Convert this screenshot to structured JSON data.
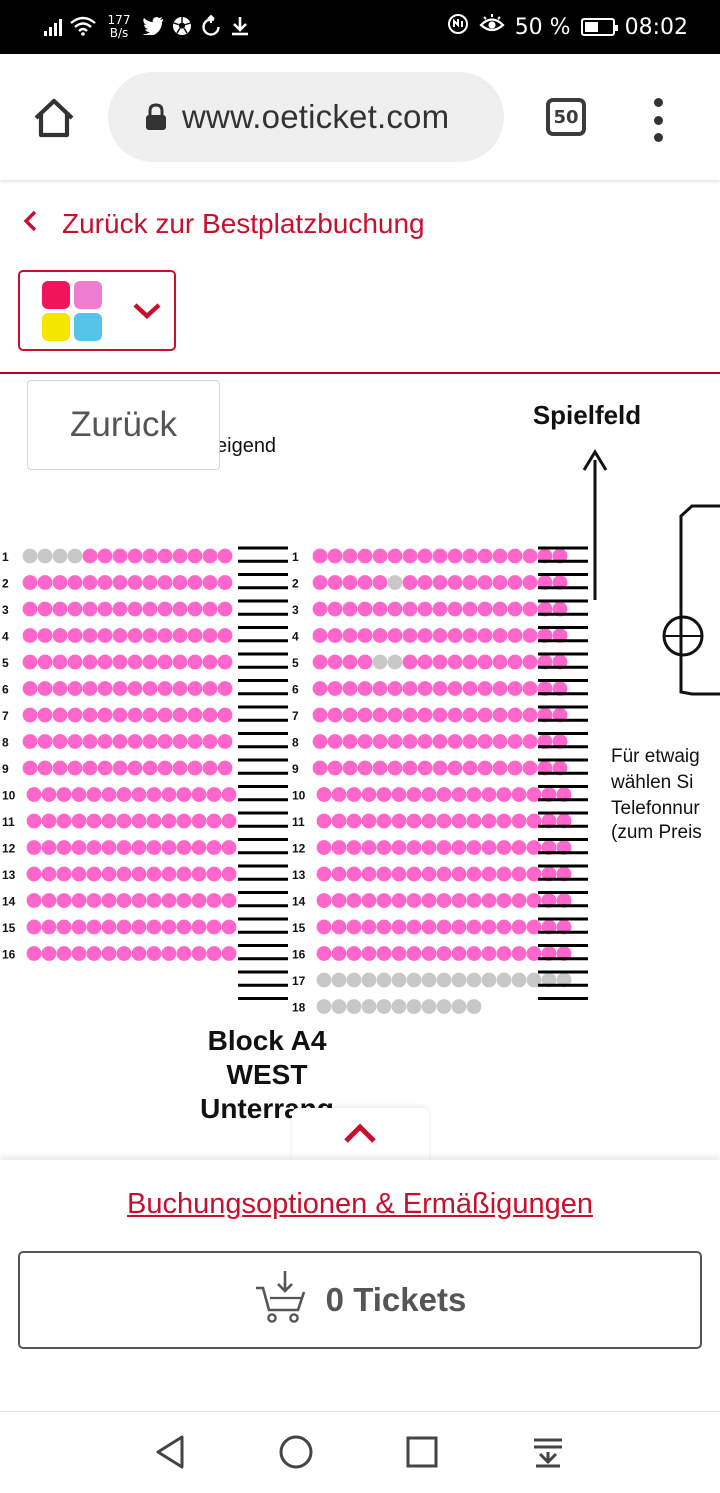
{
  "status_bar": {
    "net_speed_value": "177",
    "net_speed_unit": "B/s",
    "notification_icons": [
      "twitter-icon",
      "soccer-ball-icon",
      "data-saver-icon",
      "download-icon"
    ],
    "battery_percent": "50 %",
    "battery_level": 0.5,
    "time": "08:02"
  },
  "browser": {
    "url": "www.oeticket.com",
    "tab_count": "50",
    "icons": [
      "home-icon",
      "lock-icon",
      "more-vert-icon"
    ]
  },
  "back_link": {
    "label": "Zurück zur Bestplatzbuchung"
  },
  "color_filter": {
    "colors": [
      "#f0145c",
      "#f07cd0",
      "#f5e600",
      "#55c4e8"
    ]
  },
  "seat_map": {
    "back_button": "Zurück",
    "legend_fragment": "eigend",
    "pitch_label": "Spielfeld",
    "block_label": [
      "Block A4",
      "WEST",
      "Unterrang"
    ],
    "note_lines": [
      "Für etwaig",
      "wählen Si",
      "Telefonnur",
      "(zum Preis"
    ],
    "seat_colors": {
      "available": "#ff66cc",
      "unavailable": "#c8c8c8"
    },
    "left_block": {
      "rows": [
        {
          "label": "1",
          "seats": "uuuuaaaaaaaaaa"
        },
        {
          "label": "2",
          "seats": "aaaaaaaaaaaaaa"
        },
        {
          "label": "3",
          "seats": "aaaaaaaaaaaaaa"
        },
        {
          "label": "4",
          "seats": "aaaaaaaaaaaaaa"
        },
        {
          "label": "5",
          "seats": "aaaaaaaaaaaaaa"
        },
        {
          "label": "6",
          "seats": "aaaaaaaaaaaaaa"
        },
        {
          "label": "7",
          "seats": "aaaaaaaaaaaaaa"
        },
        {
          "label": "8",
          "seats": "aaaaaaaaaaaaaa"
        },
        {
          "label": "9",
          "seats": "aaaaaaaaaaaaaa"
        },
        {
          "label": "10",
          "seats": "aaaaaaaaaaaaaa"
        },
        {
          "label": "11",
          "seats": "aaaaaaaaaaaaaa"
        },
        {
          "label": "12",
          "seats": "aaaaaaaaaaaaaa"
        },
        {
          "label": "13",
          "seats": "aaaaaaaaaaaaaa"
        },
        {
          "label": "14",
          "seats": "aaaaaaaaaaaaaa"
        },
        {
          "label": "15",
          "seats": "aaaaaaaaaaaaaa"
        },
        {
          "label": "16",
          "seats": "aaaaaaaaaaaaaa"
        }
      ]
    },
    "right_block": {
      "rows": [
        {
          "label": "1",
          "seats": "aaaaaaaaaaaaaaaaa"
        },
        {
          "label": "2",
          "seats": "aaaaauaaaaaaaaaaa"
        },
        {
          "label": "3",
          "seats": "aaaaaaaaaaaaaaaaa"
        },
        {
          "label": "4",
          "seats": "aaaaaaaaaaaaaaaaa"
        },
        {
          "label": "5",
          "seats": "aaaauuaaaaaaaaaaa"
        },
        {
          "label": "6",
          "seats": "aaaaaaaaaaaaaaaaa"
        },
        {
          "label": "7",
          "seats": "aaaaaaaaaaaaaaaaa"
        },
        {
          "label": "8",
          "seats": "aaaaaaaaaaaaaaaaa"
        },
        {
          "label": "9",
          "seats": "aaaaaaaaaaaaaaaaa"
        },
        {
          "label": "10",
          "seats": "aaaaaaaaaaaaaaaaa"
        },
        {
          "label": "11",
          "seats": "aaaaaaaaaaaaaaaaa"
        },
        {
          "label": "12",
          "seats": "aaaaaaaaaaaaaaaaa"
        },
        {
          "label": "13",
          "seats": "aaaaaaaaaaaaaaaaa"
        },
        {
          "label": "14",
          "seats": "aaaaaaaaaaaaaaaaa"
        },
        {
          "label": "15",
          "seats": "aaaaaaaaaaaaaaaaa"
        },
        {
          "label": "16",
          "seats": "aaaaaaaaaaaaaaaaa"
        },
        {
          "label": "17",
          "seats": "uuuuuuuuuuuuuuuuu"
        },
        {
          "label": "18",
          "seats": "uuuuuuuuuuu"
        }
      ]
    }
  },
  "bottom_sheet": {
    "options_link": "Buchungsoptionen & Ermäßigungen",
    "tickets_button": "0 Tickets"
  },
  "nav_bar": {
    "icons": [
      "back-triangle-icon",
      "home-circle-icon",
      "recents-square-icon",
      "notification-pull-icon"
    ]
  }
}
